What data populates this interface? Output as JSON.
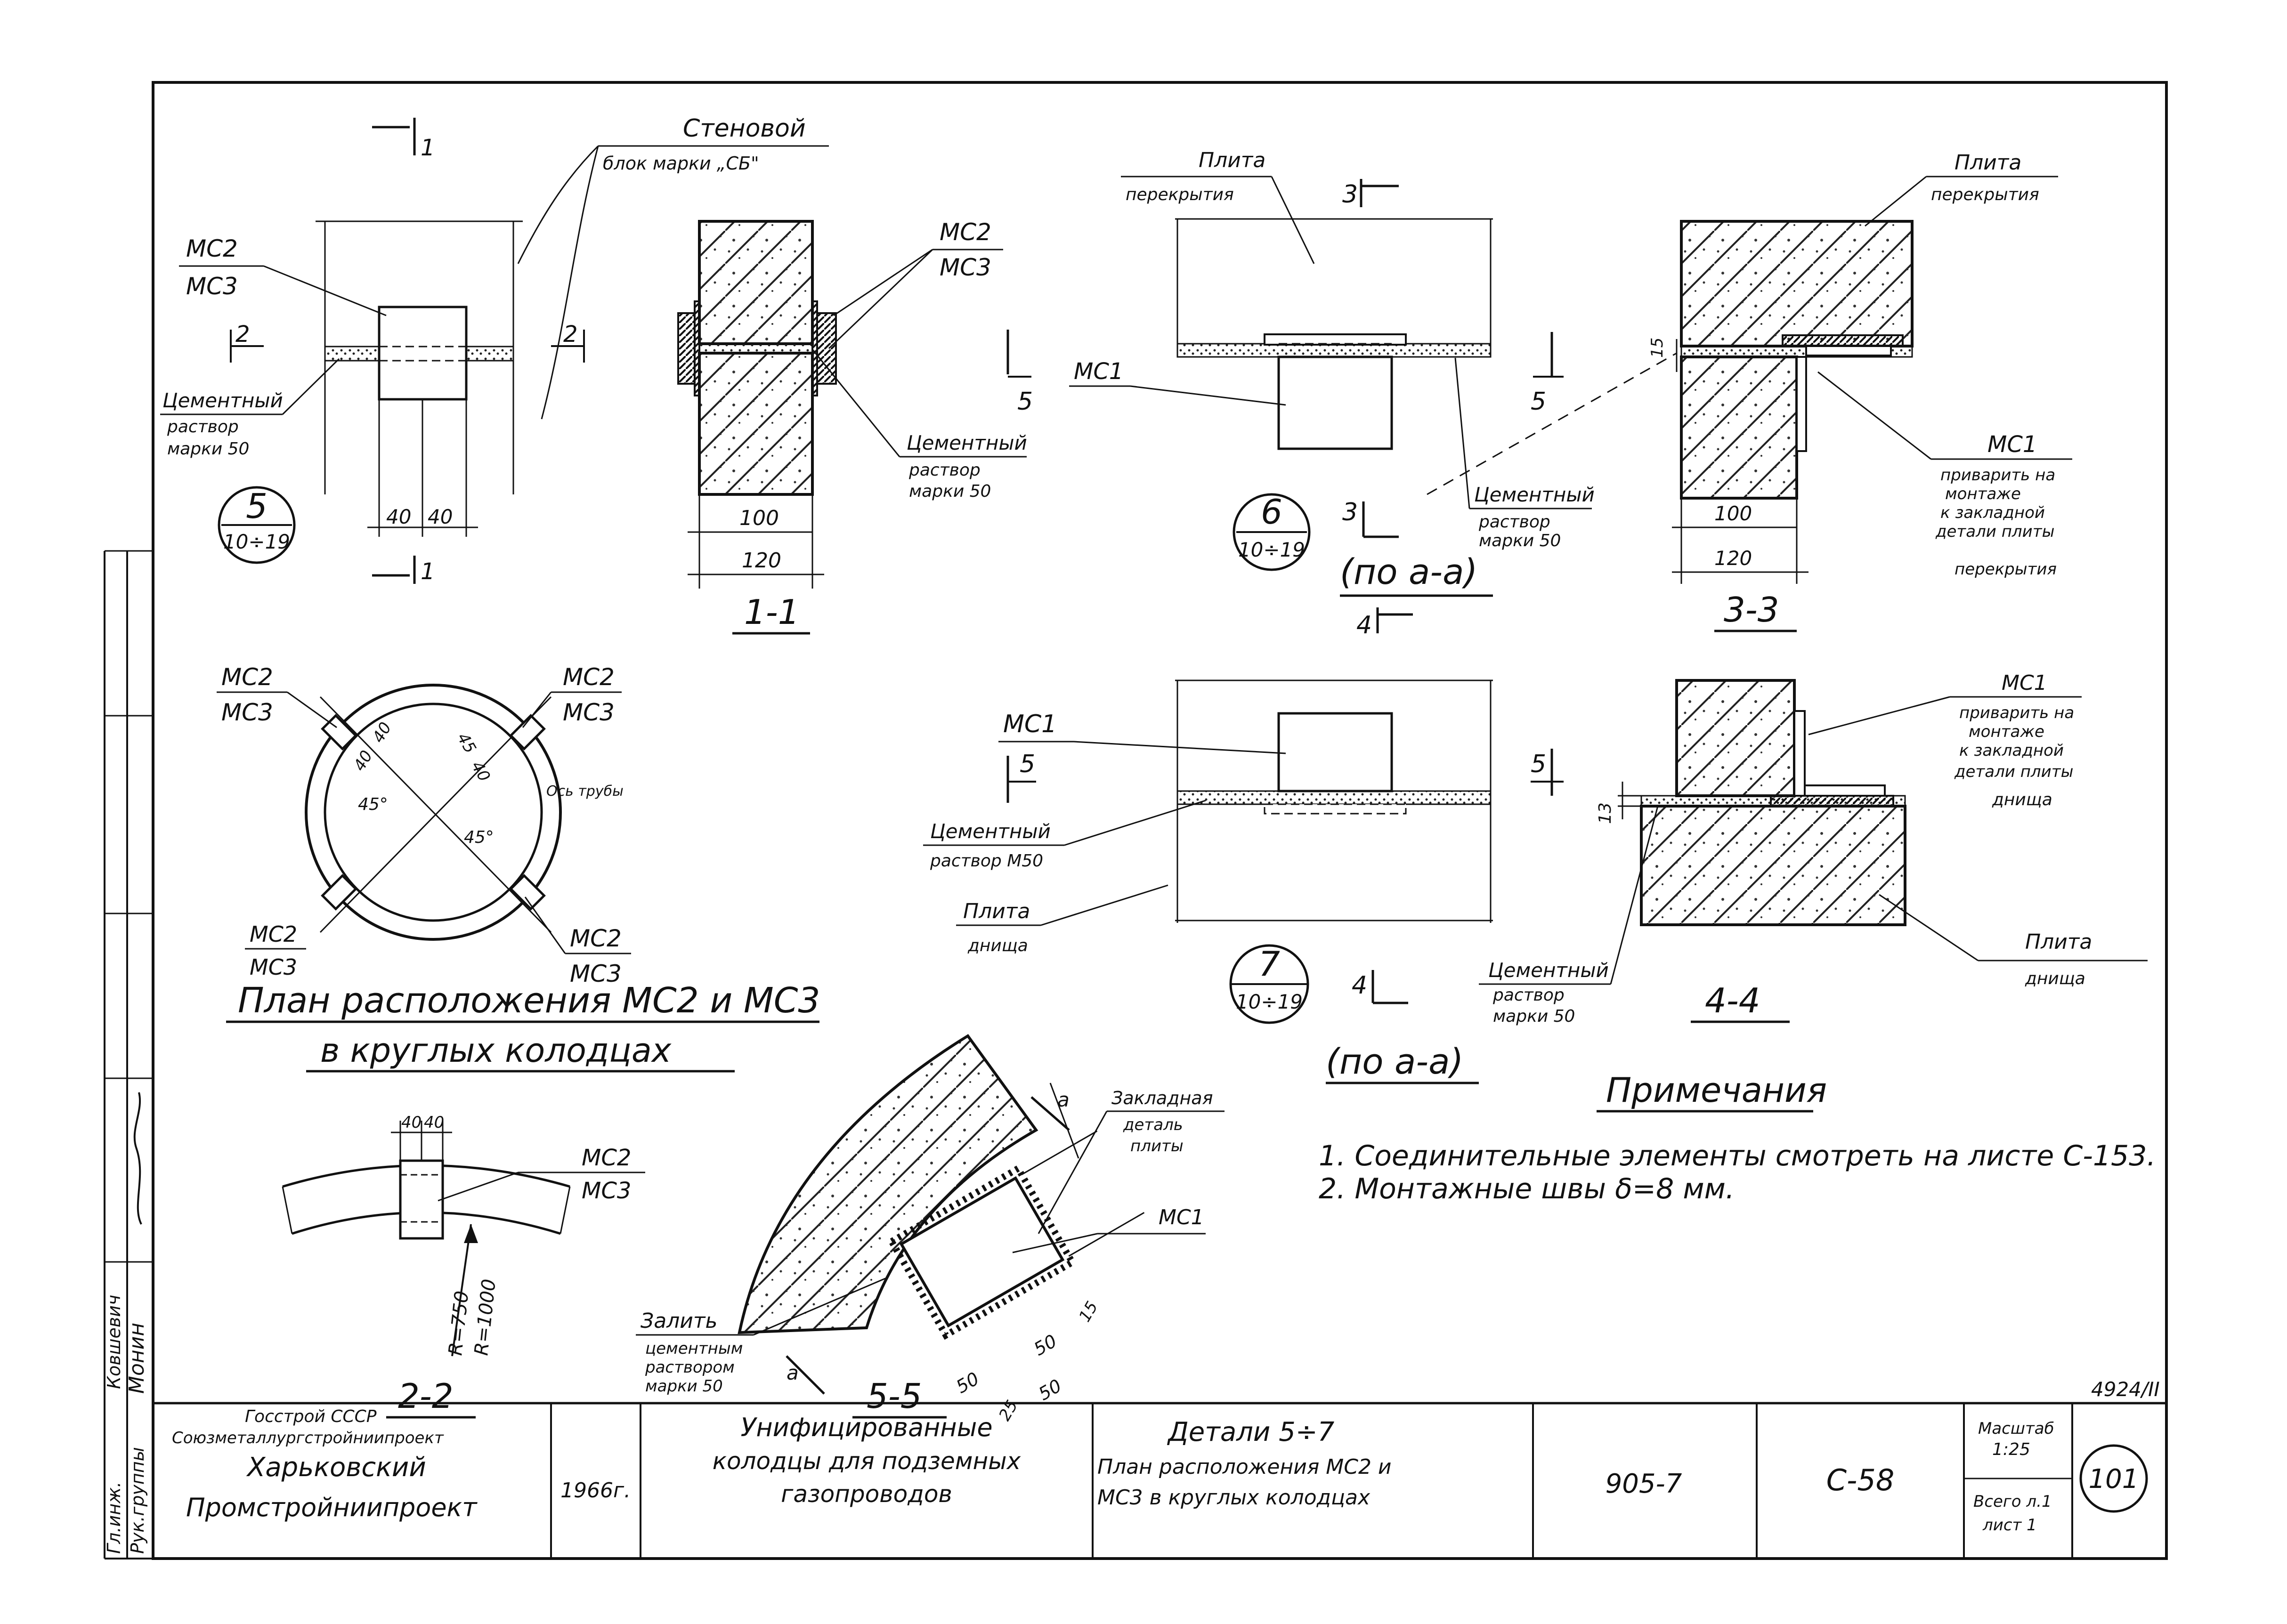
{
  "detail5": {
    "wall_block_1": "Стеновой",
    "wall_block_2": "блок марки „СБ\"",
    "ms2": "МС2",
    "ms3": "МС3",
    "section_1": "1",
    "section_2": "2",
    "mortar_1": "Цементный",
    "mortar_2": "раствор",
    "mortar_3": "марки 50",
    "dim_40a": "40",
    "dim_40b": "40",
    "callout_num": "5",
    "callout_range": "10÷19"
  },
  "section11": {
    "ms2": "МС2",
    "ms3": "МС3",
    "mortar_1": "Цементный",
    "mortar_2": "раствор",
    "mortar_3": "марки 50",
    "dim_100": "100",
    "dim_120": "120",
    "label": "1-1"
  },
  "detail6": {
    "slab_1": "Плита",
    "slab_2": "перекрытия",
    "section_3": "3",
    "section_5": "5",
    "ms1": "МС1",
    "mortar_1": "Цементный",
    "mortar_2": "раствор",
    "mortar_3": "марки 50",
    "callout_num": "6",
    "callout_range": "10÷19",
    "view": "(по а-а)",
    "section_4": "4"
  },
  "section33": {
    "slab_1": "Плита",
    "slab_2": "перекрытия",
    "dim_15": "15",
    "section_5": "5",
    "ms1": "МС1",
    "weld_1": "приварить на",
    "weld_2": "монтаже",
    "weld_3": "к закладной",
    "weld_4": "детали плиты",
    "weld_5": "перекрытия",
    "dim_100": "100",
    "dim_120": "120",
    "label": "3-3"
  },
  "plan": {
    "ms2_a": "МС2",
    "ms3_a": "МС3",
    "ms2_b": "МС2",
    "ms3_b": "МС3",
    "ms2_c": "МС2",
    "ms3_c": "МС3",
    "ms2_d": "МС2",
    "ms3_d": "МС3",
    "dim_40a": "40",
    "dim_40b": "40",
    "dim_45a": "45",
    "dim_40c": "40",
    "angle_a": "45°",
    "angle_b": "45°",
    "pipe_axis": "Ось трубы",
    "title_1": "План расположения МС2 и МС3",
    "title_2": "в круглых колодцах"
  },
  "detail7": {
    "ms1": "МС1",
    "section_5": "5",
    "mortar_1": "Цементный",
    "mortar_2": "раствор М50",
    "slab_1": "Плита",
    "slab_2": "днища",
    "callout_num": "7",
    "callout_range": "10÷19",
    "section_4": "4",
    "view": "(по а-а)"
  },
  "section44": {
    "ms1": "МС1",
    "weld_1": "приварить на",
    "weld_2": "монтаже",
    "weld_3": "к закладной",
    "weld_4": "детали плиты",
    "weld_5": "днища",
    "section_5": "5",
    "dim_13": "13",
    "mortar_1": "Цементный",
    "mortar_2": "раствор",
    "mortar_3": "марки 50",
    "slab_1": "Плита",
    "slab_2": "днища",
    "label": "4-4"
  },
  "section22": {
    "dim_40a": "40",
    "dim_40b": "40",
    "ms2": "МС2",
    "ms3": "МС3",
    "radius_1": "R=750",
    "radius_2": "R=1000",
    "label": "2-2"
  },
  "section55": {
    "embedded_1": "Закладная",
    "embedded_2": "деталь",
    "embedded_3": "плиты",
    "mark_a1": "а",
    "mark_a2": "а",
    "ms1": "МС1",
    "fill_1": "Залить",
    "fill_2": "цементным",
    "fill_3": "раствором",
    "fill_4": "марки 50",
    "dim_50a": "50",
    "dim_50b": "50",
    "dim_15": "15",
    "dim_25": "25",
    "dim_50c": "50",
    "label": "5-5"
  },
  "notes": {
    "title": "Примечания",
    "note_1": "1. Соединительные элементы смотреть на листе С-153.",
    "note_2": "2. Монтажные швы δ=8 мм."
  },
  "side_stamp": {
    "row_1": "Гл.инж.",
    "row_2": "Ковшевич",
    "row_3": "Рук.группы",
    "row_4": "Монин"
  },
  "title_block": {
    "org_1": "Госстрой СССР",
    "org_2": "Союзметаллургстройниипроект",
    "org_3": "Харьковский",
    "org_4": "Промстройниипроект",
    "year": "1966г.",
    "project_1": "Унифицированные",
    "project_2": "колодцы для подземных",
    "project_3": "газопроводов",
    "sheet_title_1": "Детали   5÷7",
    "sheet_title_2": "План расположения МС2 и",
    "sheet_title_3": "МС3 в круглых колодцах",
    "series": "905-7",
    "sheet_code": "С-58",
    "scale_label": "Масштаб",
    "scale_value": "1:25",
    "total_label": "Всего л.1",
    "sheet_label": "лист 1",
    "page_number": "101",
    "archive_number": "4924/II"
  }
}
